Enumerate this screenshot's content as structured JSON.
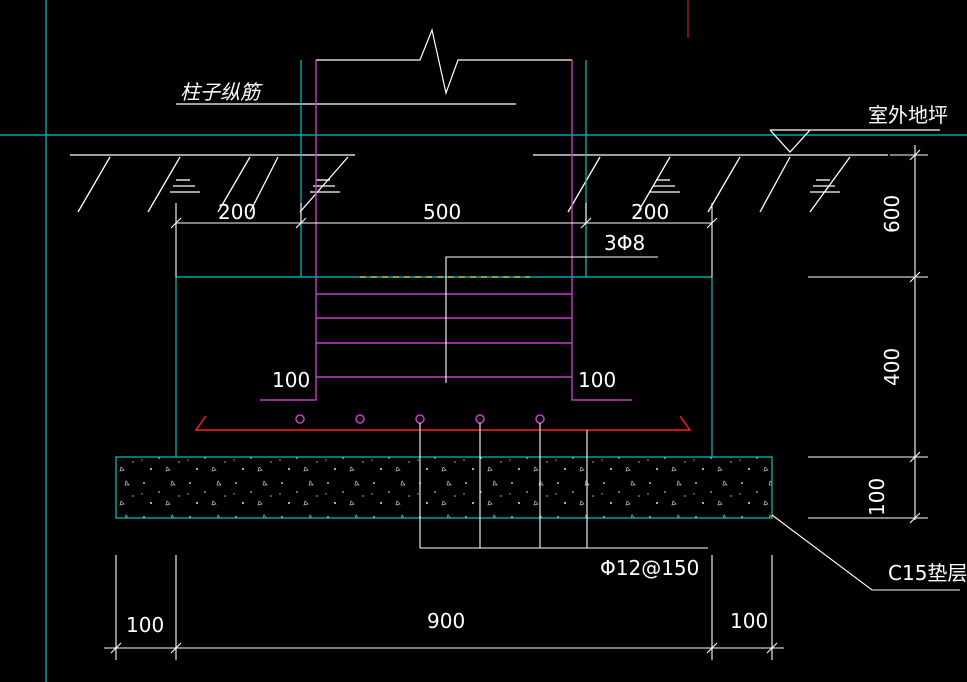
{
  "labels": {
    "column_rebar": "柱子纵筋",
    "outdoor_ground": "室外地坪",
    "dim_200_left": "200",
    "dim_500": "500",
    "dim_200_right": "200",
    "stirrup": "3Φ8",
    "dim_100_left_step": "100",
    "dim_100_right_step": "100",
    "dim_600": "600",
    "dim_400": "400",
    "dim_100_bed": "100",
    "bottom_rebar": "Φ12@150",
    "cushion": "C15垫层",
    "dim_100_bottom_left": "100",
    "dim_900": "900",
    "dim_100_bottom_right": "100"
  },
  "colors": {
    "background": "#000000",
    "cyan": "#00c8c8",
    "magenta": "#c83cc8",
    "white": "#ffffff",
    "red": "#ff2020",
    "yellow": "#e6e632"
  }
}
